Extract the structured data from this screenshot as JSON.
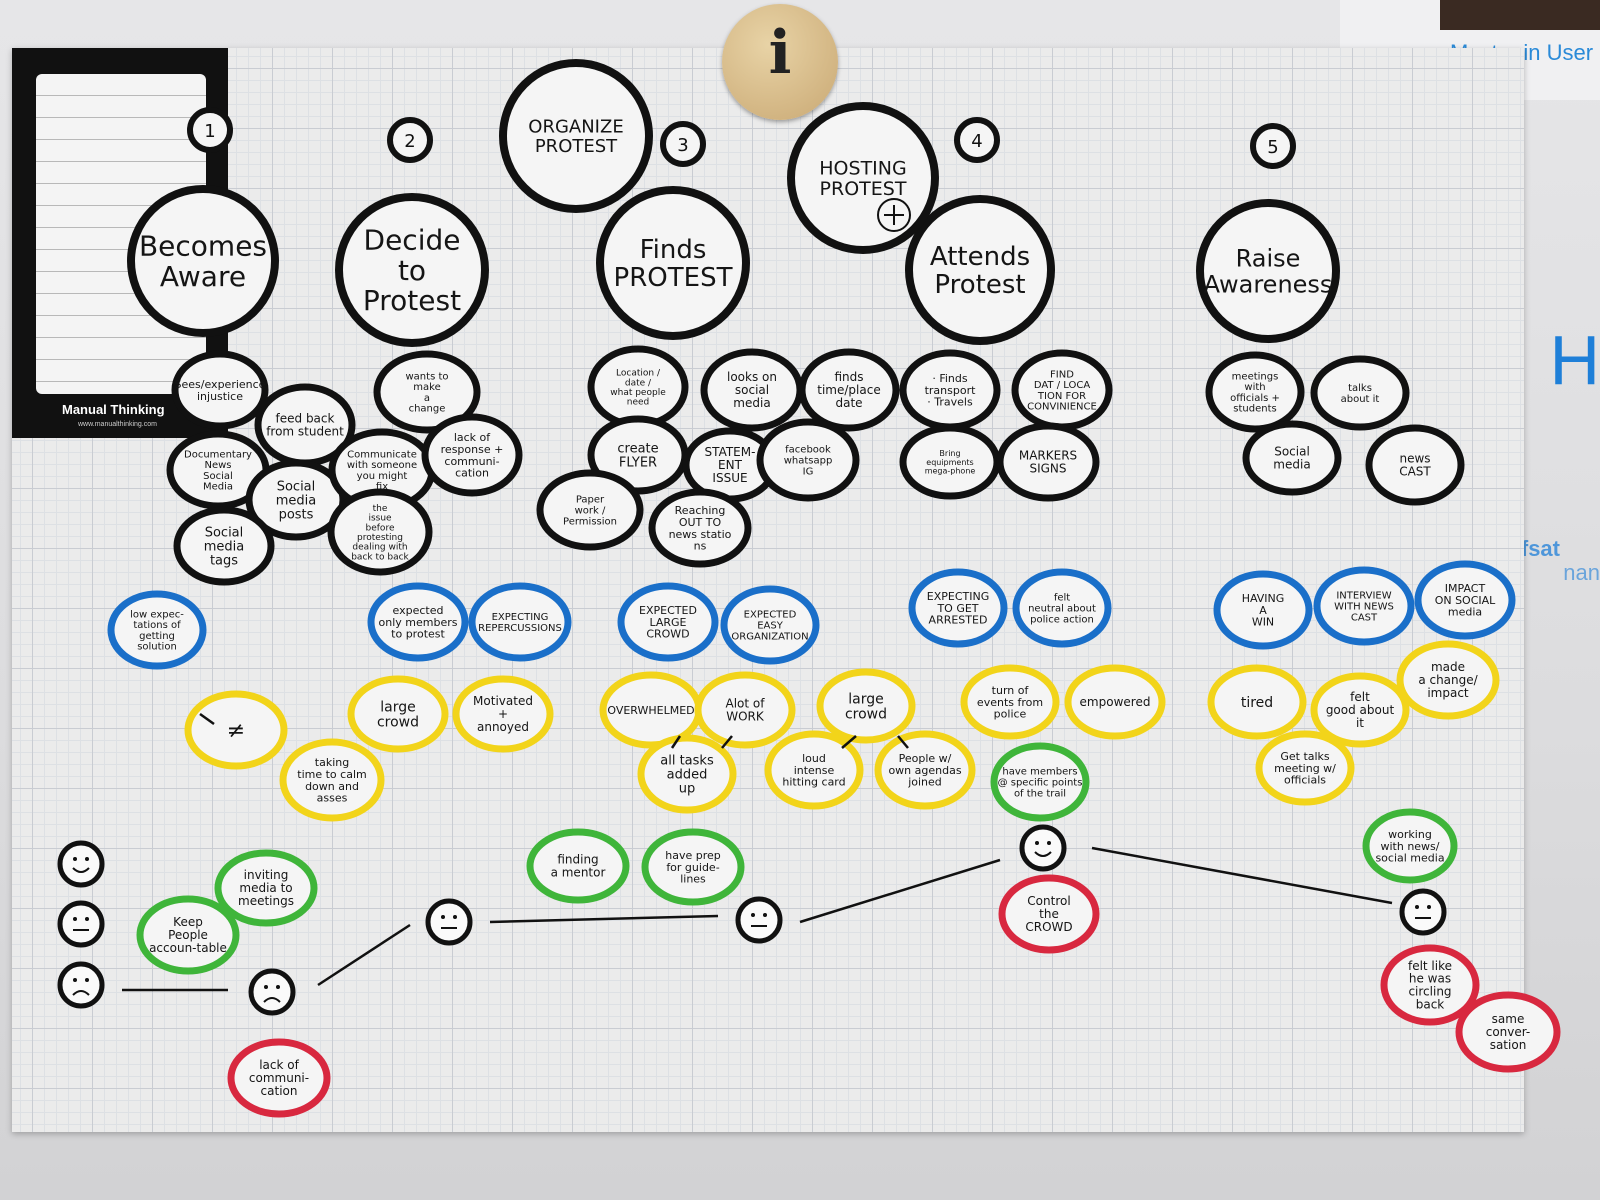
{
  "projector": {
    "title": "Master in User Exp",
    "letter": "H",
    "name": "Hafsat",
    "name_tail": "nan"
  },
  "sidebar": {
    "brand": "Manual Thinking",
    "url": "www.manualthinking.com"
  },
  "badge": {
    "letter": "i"
  },
  "numbers": [
    "1",
    "2",
    "3",
    "4",
    "5"
  ],
  "stages": [
    {
      "lines": [
        "Becomes",
        "Aware"
      ]
    },
    {
      "lines": [
        "Decide",
        "to",
        "Protest"
      ]
    },
    {
      "lines": [
        "Finds",
        "PROTEST"
      ]
    },
    {
      "lines": [
        "Attends",
        "Protest"
      ]
    },
    {
      "lines": [
        "Raise",
        "Awareness"
      ]
    },
    {
      "lines": [
        "ORGANIZE",
        "PROTEST"
      ]
    },
    {
      "lines": [
        "HOSTING",
        "PROTEST"
      ]
    }
  ],
  "actions": [
    {
      "lines": [
        "Sees/experience",
        "injustice"
      ]
    },
    {
      "lines": [
        "feed back",
        "from student"
      ]
    },
    {
      "lines": [
        "Documentary",
        "News",
        "Social",
        "Media"
      ]
    },
    {
      "lines": [
        "Social",
        "media",
        "posts"
      ]
    },
    {
      "lines": [
        "Social",
        "media",
        "tags"
      ]
    },
    {
      "lines": [
        "wants to",
        "make",
        "a",
        "change"
      ]
    },
    {
      "lines": [
        "Communicate",
        "with someone",
        "you might",
        "fix"
      ]
    },
    {
      "lines": [
        "lack of",
        "response +",
        "communi-",
        "cation"
      ]
    },
    {
      "lines": [
        "the",
        "issue",
        "before",
        "protesting",
        "dealing with",
        "back to back"
      ]
    },
    {
      "lines": [
        "Location /",
        "date /",
        "what people",
        "need"
      ]
    },
    {
      "lines": [
        "looks on",
        "social",
        "media"
      ]
    },
    {
      "lines": [
        "finds",
        "time/place",
        "date"
      ]
    },
    {
      "lines": [
        "create",
        "FLYER"
      ]
    },
    {
      "lines": [
        "STATEM-",
        "ENT",
        "ISSUE"
      ]
    },
    {
      "lines": [
        "facebook",
        "whatsapp",
        "IG"
      ]
    },
    {
      "lines": [
        "Paper",
        "work /",
        "Permission"
      ]
    },
    {
      "lines": [
        "Reaching",
        "OUT TO",
        "news statio",
        "ns"
      ]
    },
    {
      "lines": [
        "· Finds",
        "transport",
        "· Travels"
      ]
    },
    {
      "lines": [
        "FIND",
        "DAT / LOCA",
        "TION FOR",
        "CONVINIENCE"
      ]
    },
    {
      "lines": [
        "Bring",
        "equipments",
        "mega-phone"
      ]
    },
    {
      "lines": [
        "MARKERS",
        "SIGNS"
      ]
    },
    {
      "lines": [
        "meetings",
        "with",
        "officials +",
        "students"
      ]
    },
    {
      "lines": [
        "talks",
        "about it"
      ]
    },
    {
      "lines": [
        "Social",
        "media"
      ]
    },
    {
      "lines": [
        "news",
        "CAST"
      ]
    }
  ],
  "expectations": [
    {
      "lines": [
        "low expec-",
        "tations of",
        "getting",
        "solution"
      ]
    },
    {
      "lines": [
        "expected",
        "only members",
        "to protest"
      ]
    },
    {
      "lines": [
        "EXPECTING",
        "REPERCUSSIONS"
      ]
    },
    {
      "lines": [
        "EXPECTED",
        "LARGE",
        "CROWD"
      ]
    },
    {
      "lines": [
        "EXPECTED",
        "EASY",
        "ORGANIZATION"
      ]
    },
    {
      "lines": [
        "EXPECTING",
        "TO GET",
        "ARRESTED"
      ]
    },
    {
      "lines": [
        "felt",
        "neutral about",
        "police action"
      ]
    },
    {
      "lines": [
        "HAVING",
        "A",
        "WIN"
      ]
    },
    {
      "lines": [
        "INTERVIEW",
        "WITH NEWS",
        "CAST"
      ]
    },
    {
      "lines": [
        "IMPACT",
        "ON SOCIAL",
        "media"
      ]
    }
  ],
  "feelings": [
    {
      "lines": [
        "≠"
      ]
    },
    {
      "lines": [
        "taking",
        "time to calm",
        "down and",
        "asses"
      ]
    },
    {
      "lines": [
        "large",
        "crowd"
      ]
    },
    {
      "lines": [
        "Motivated",
        "+",
        "annoyed"
      ]
    },
    {
      "lines": [
        "OVERWHELMED"
      ]
    },
    {
      "lines": [
        "Alot of",
        "WORK"
      ]
    },
    {
      "lines": [
        "all tasks",
        "added",
        "up"
      ]
    },
    {
      "lines": [
        "large",
        "crowd"
      ]
    },
    {
      "lines": [
        "loud",
        "intense",
        "hitting card"
      ]
    },
    {
      "lines": [
        "People w/",
        "own agendas",
        "joined"
      ]
    },
    {
      "lines": [
        "turn of",
        "events from",
        "police"
      ]
    },
    {
      "lines": [
        "empowered"
      ]
    },
    {
      "lines": [
        "tired"
      ]
    },
    {
      "lines": [
        "felt",
        "good about",
        "it"
      ]
    },
    {
      "lines": [
        "made",
        "a change/",
        "impact"
      ]
    },
    {
      "lines": [
        "Get talks",
        "meeting w/",
        "officials"
      ]
    }
  ],
  "opportunities": [
    {
      "lines": [
        "inviting",
        "media to",
        "meetings"
      ]
    },
    {
      "lines": [
        "Keep",
        "People",
        "accoun-table"
      ]
    },
    {
      "lines": [
        "finding",
        "a mentor"
      ]
    },
    {
      "lines": [
        "have prep",
        "for guide-",
        "lines"
      ]
    },
    {
      "lines": [
        "have members",
        "@ specific points",
        "of the trail"
      ]
    },
    {
      "lines": [
        "working",
        "with news/",
        "social media"
      ]
    }
  ],
  "pains": [
    {
      "lines": [
        "lack of",
        "communi-",
        "cation"
      ]
    },
    {
      "lines": [
        "Control",
        "the",
        "CROWD"
      ]
    },
    {
      "lines": [
        "felt like",
        "he was",
        "circling",
        "back"
      ]
    },
    {
      "lines": [
        "same",
        "conver-",
        "sation"
      ]
    }
  ],
  "emotion_scale": [
    "happy-face",
    "neutral-face",
    "sad-face"
  ],
  "colors": {
    "stage_ring": "#111111",
    "action_ring": "#111111",
    "expectation_ring": "#1a6fc9",
    "feeling_ring": "#f2d41a",
    "opportunity_ring": "#3fb53a",
    "pain_ring": "#d8283f",
    "bubble_fill": "#f5f5f5",
    "sidebar": "#111111",
    "badge": "#d8bd8a"
  }
}
